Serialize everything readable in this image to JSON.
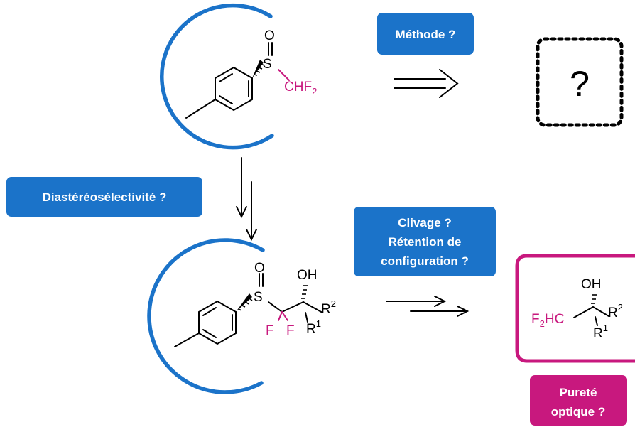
{
  "colors": {
    "accent_blue": "#1b73c9",
    "magenta": "#c8187e",
    "bond": "#000000"
  },
  "labels": {
    "methode": "Méthode ?",
    "diastereoselectivite": "Diastéréosélectivité ?",
    "clivage": "Clivage ?",
    "retention_line1": "Rétention de",
    "retention_line2": "configuration ?",
    "purete_line1": "Pureté",
    "purete_line2": "optique ?",
    "unknown_product": "?"
  },
  "atoms": {
    "oxygen": "O",
    "sulfur": "S",
    "chf": "CHF",
    "f2_sub": "2",
    "hydroxyl": "OH",
    "fluorine": "F",
    "r": "R",
    "sup1": "1",
    "sup2": "2",
    "f2hc_f": "F",
    "f2hc_sub": "2",
    "f2hc_hc": "HC"
  }
}
